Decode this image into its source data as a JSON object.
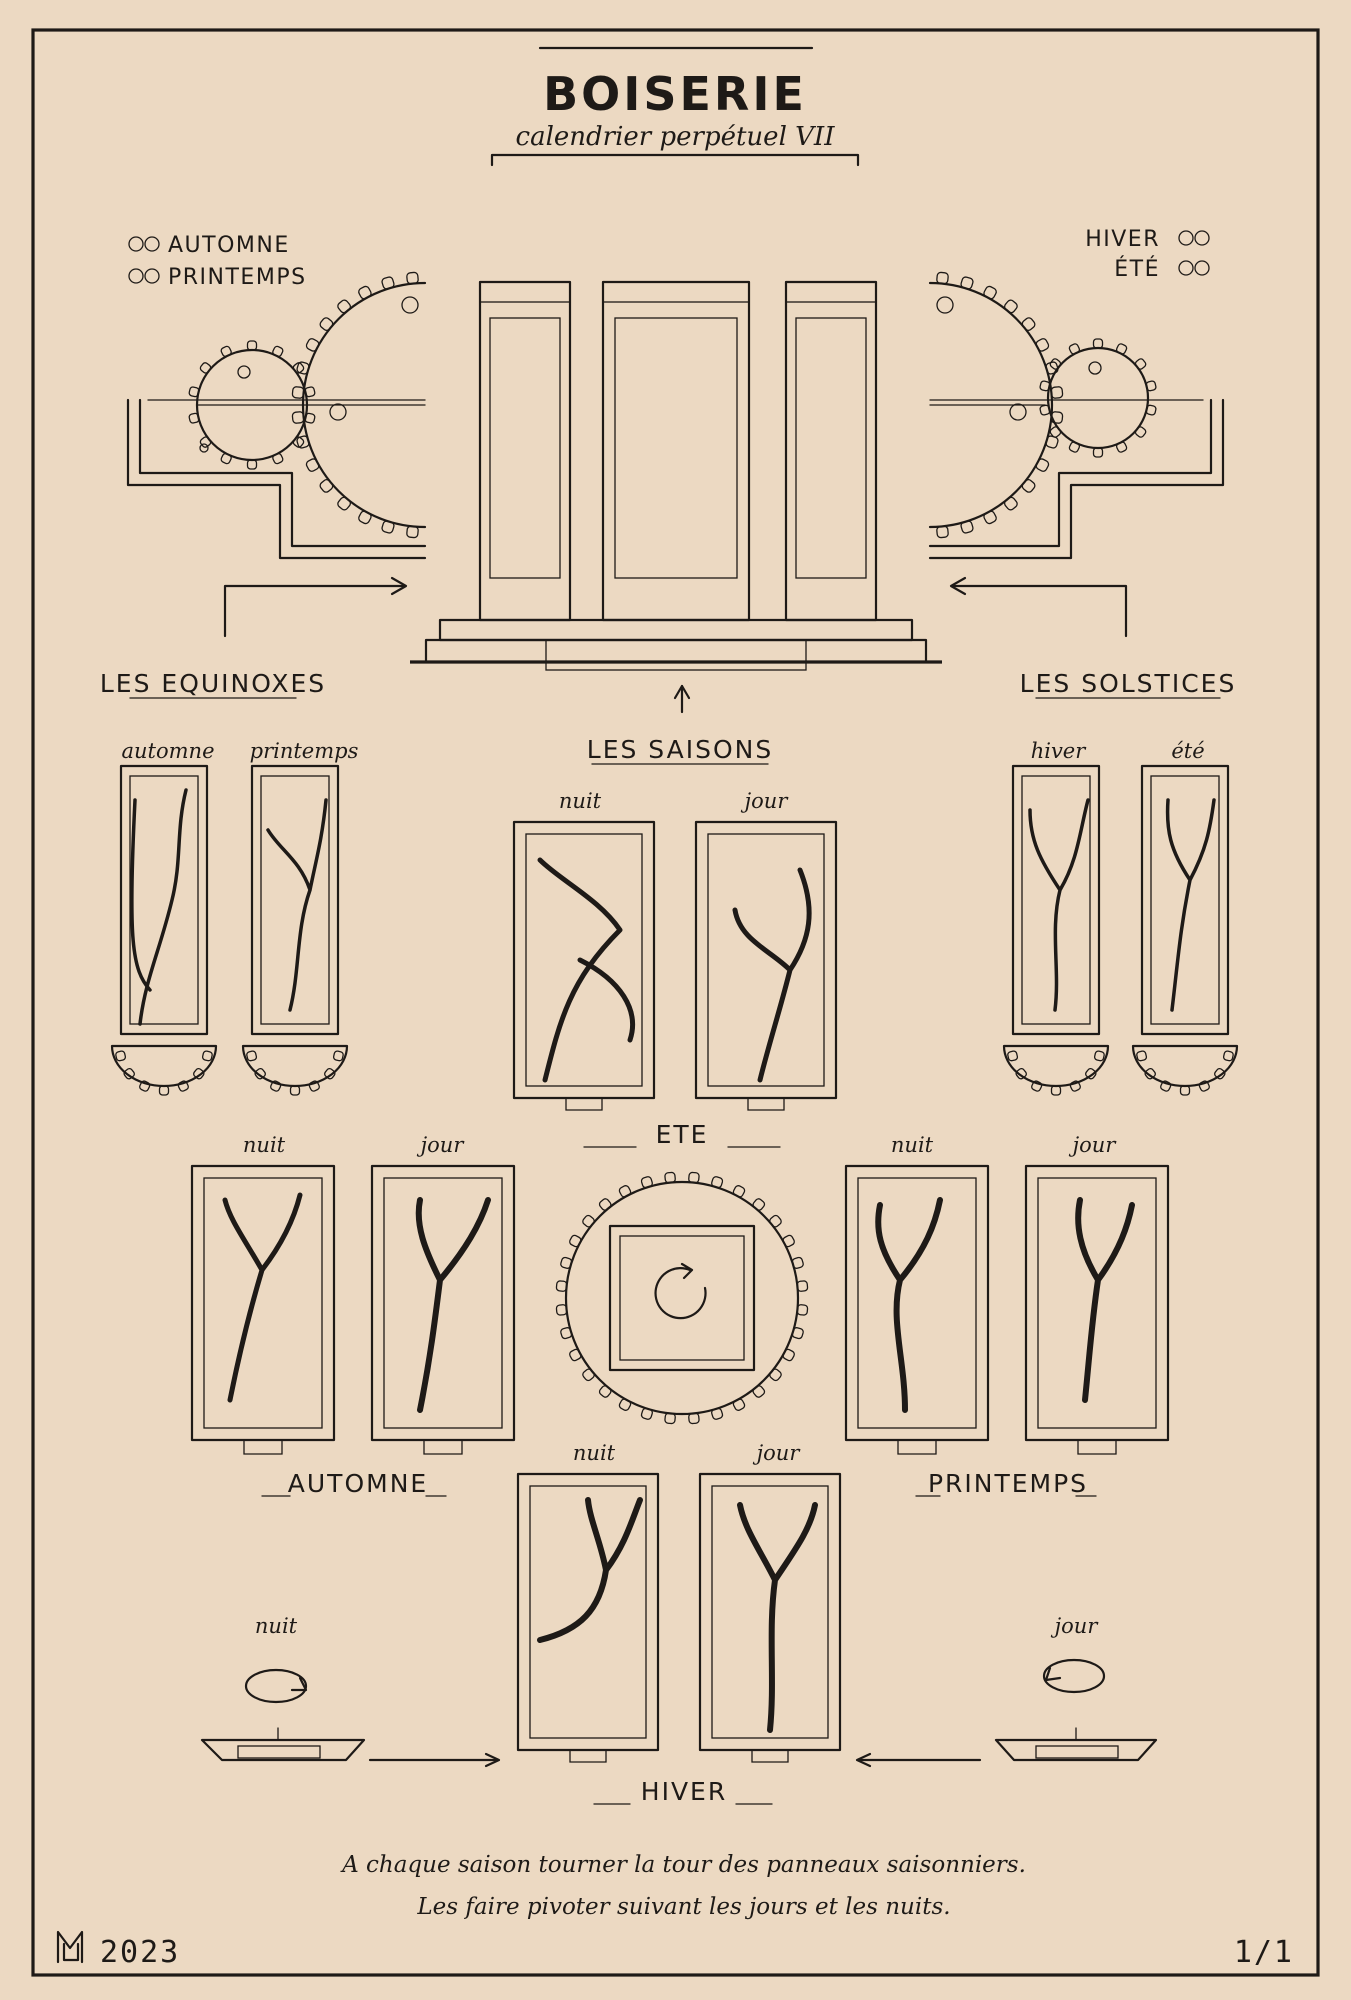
{
  "header": {
    "title": "BOISERIE",
    "subtitle": "calendrier perpétuel VII"
  },
  "legend_left": {
    "line1": "AUTOMNE",
    "line2": "PRINTEMPS"
  },
  "legend_right": {
    "line1": "HIVER",
    "line2": "ÉTÉ"
  },
  "sections": {
    "equinoxes": "LES EQUINOXES",
    "solstices": "LES SOLSTICES",
    "saisons": "LES SAISONS"
  },
  "labels": {
    "automne": "automne",
    "printemps": "printemps",
    "hiver": "hiver",
    "ete": "été",
    "nuit": "nuit",
    "jour": "jour"
  },
  "seasons": {
    "ete": "ETE",
    "automne": "AUTOMNE",
    "printemps": "PRINTEMPS",
    "hiver": "HIVER"
  },
  "note": {
    "line1": "A chaque saison tourner la tour des panneaux saisonniers.",
    "line2": "Les faire pivoter suivant les jours et les nuits."
  },
  "footer": {
    "monogram": "MU",
    "year": "2023",
    "page": "1/1"
  }
}
